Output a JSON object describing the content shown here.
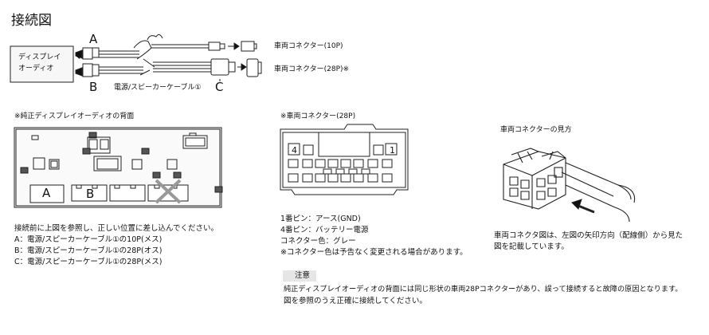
{
  "title": "接続図",
  "diagram": {
    "display_label": "ディスプレイ\nオーディオ",
    "display_label_line1": "ディスプレイ",
    "display_label_line2": "オーディオ",
    "marker_a": "A",
    "marker_b": "B",
    "marker_c": "C",
    "cable_label": "電源/スピーカーケーブル①",
    "connector_10p": "車両コネクター(10P)",
    "connector_28p": "車両コネクター(28P)※"
  },
  "back_panel": {
    "heading": "※純正ディスプレイオーディオの背面",
    "label_a": "A",
    "label_b": "B"
  },
  "vehicle_connector": {
    "heading": "※車両コネクター(28P)",
    "pin4": "4",
    "pin1": "1",
    "spec_lines": [
      "1番ピン：アース(GND)",
      "4番ピン：バッテリー電源",
      "コネクター色：グレー",
      "※コネクター色は予告なく変更される場合があります。"
    ]
  },
  "view_section": {
    "heading": "車両コネクターの見方",
    "caption_lines": [
      "車両コネクタ図は、左図の矢印方向（配線側）から見た",
      "図を記載しています。"
    ]
  },
  "instructions": {
    "lines": [
      "接続前に上図を参照し、正しい位置に差し込んでください。",
      "A：電源/スピーカーケーブル①の10P(メス)",
      "B：電源/スピーカーケーブル①の28P(オス)",
      "C：電源/スピーカーケーブル①の28P(メス)"
    ]
  },
  "caution": {
    "title": "注意",
    "lines": [
      "純正ディスプレイオーディオの背面には同じ形状の車両28Pコネクターがあり、誤って接続すると故障の原因となります。",
      "図を参照のうえ正確に接続してください。"
    ]
  }
}
